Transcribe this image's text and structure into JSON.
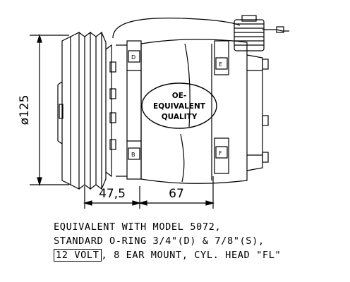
{
  "drawing": {
    "stamp": [
      "OE-",
      "EQUIVALENT",
      "QUALITY"
    ],
    "dimensions": {
      "diameter": "ø125",
      "pulley_depth": "47,5",
      "body_length": "67"
    },
    "port_labels": [
      "D",
      "E",
      "B",
      "F"
    ]
  },
  "spec": {
    "line1": "EQUIVALENT WITH MODEL 5072,",
    "line2": "STANDARD O-RING 3/4\"(D) & 7/8\"(S),",
    "line3_boxed": "12 VOLT",
    "line3_rest": ", 8 EAR MOUNT, CYL. HEAD \"FL\""
  }
}
